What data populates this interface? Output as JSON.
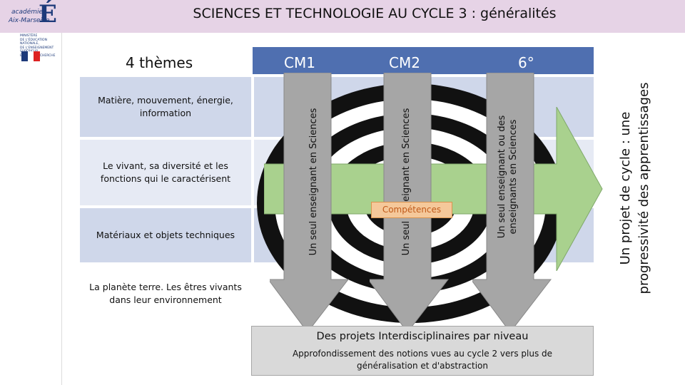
{
  "header": {
    "title": "SCIENCES ET TECHNOLOGIE AU CYCLE 3 : généralités"
  },
  "logo": {
    "name_line1": "académie",
    "name_line2": "Aix-Marseille",
    "letter": "É",
    "sub_lines": [
      "MINISTÈRE",
      "DE L'ÉDUCATION NATIONALE,",
      "DE L'ENSEIGNEMENT SUPÉRIEUR",
      "ET DE LA RECHERCHE"
    ]
  },
  "table": {
    "themes_header": "4 thèmes",
    "columns": [
      "CM1",
      "CM2",
      "6°"
    ],
    "themes": [
      "Matière, mouvement, énergie, information",
      "Le vivant, sa diversité et les fonctions qui le caractérisent",
      "Matériaux et objets techniques",
      "La planète terre. Les êtres vivants dans leur environnement"
    ]
  },
  "arrows": {
    "cm1": "Un seul enseignant en Sciences",
    "cm2": "Un seul enseignant en Sciences",
    "sixieme_line1": "Un seul enseignant ou des",
    "sixieme_line2": "enseignants en Sciences"
  },
  "center_label": "Compétences",
  "side_label": {
    "line1": "Un projet de cycle : une",
    "line2": "progressivité des apprentissages"
  },
  "bottom": {
    "title": "Des projets Interdisciplinaires par niveau",
    "subtitle_line1": "Approfondissement des notions vues au cycle 2 vers plus de",
    "subtitle_line2": "généralisation et d'abstraction"
  },
  "colors": {
    "header_bg": "#e6d3e6",
    "table_header": "#4f6fb0",
    "arrow_green": "#a9d18e",
    "arrow_gray": "#a6a6a6",
    "competences_bg": "#f5c89a"
  }
}
